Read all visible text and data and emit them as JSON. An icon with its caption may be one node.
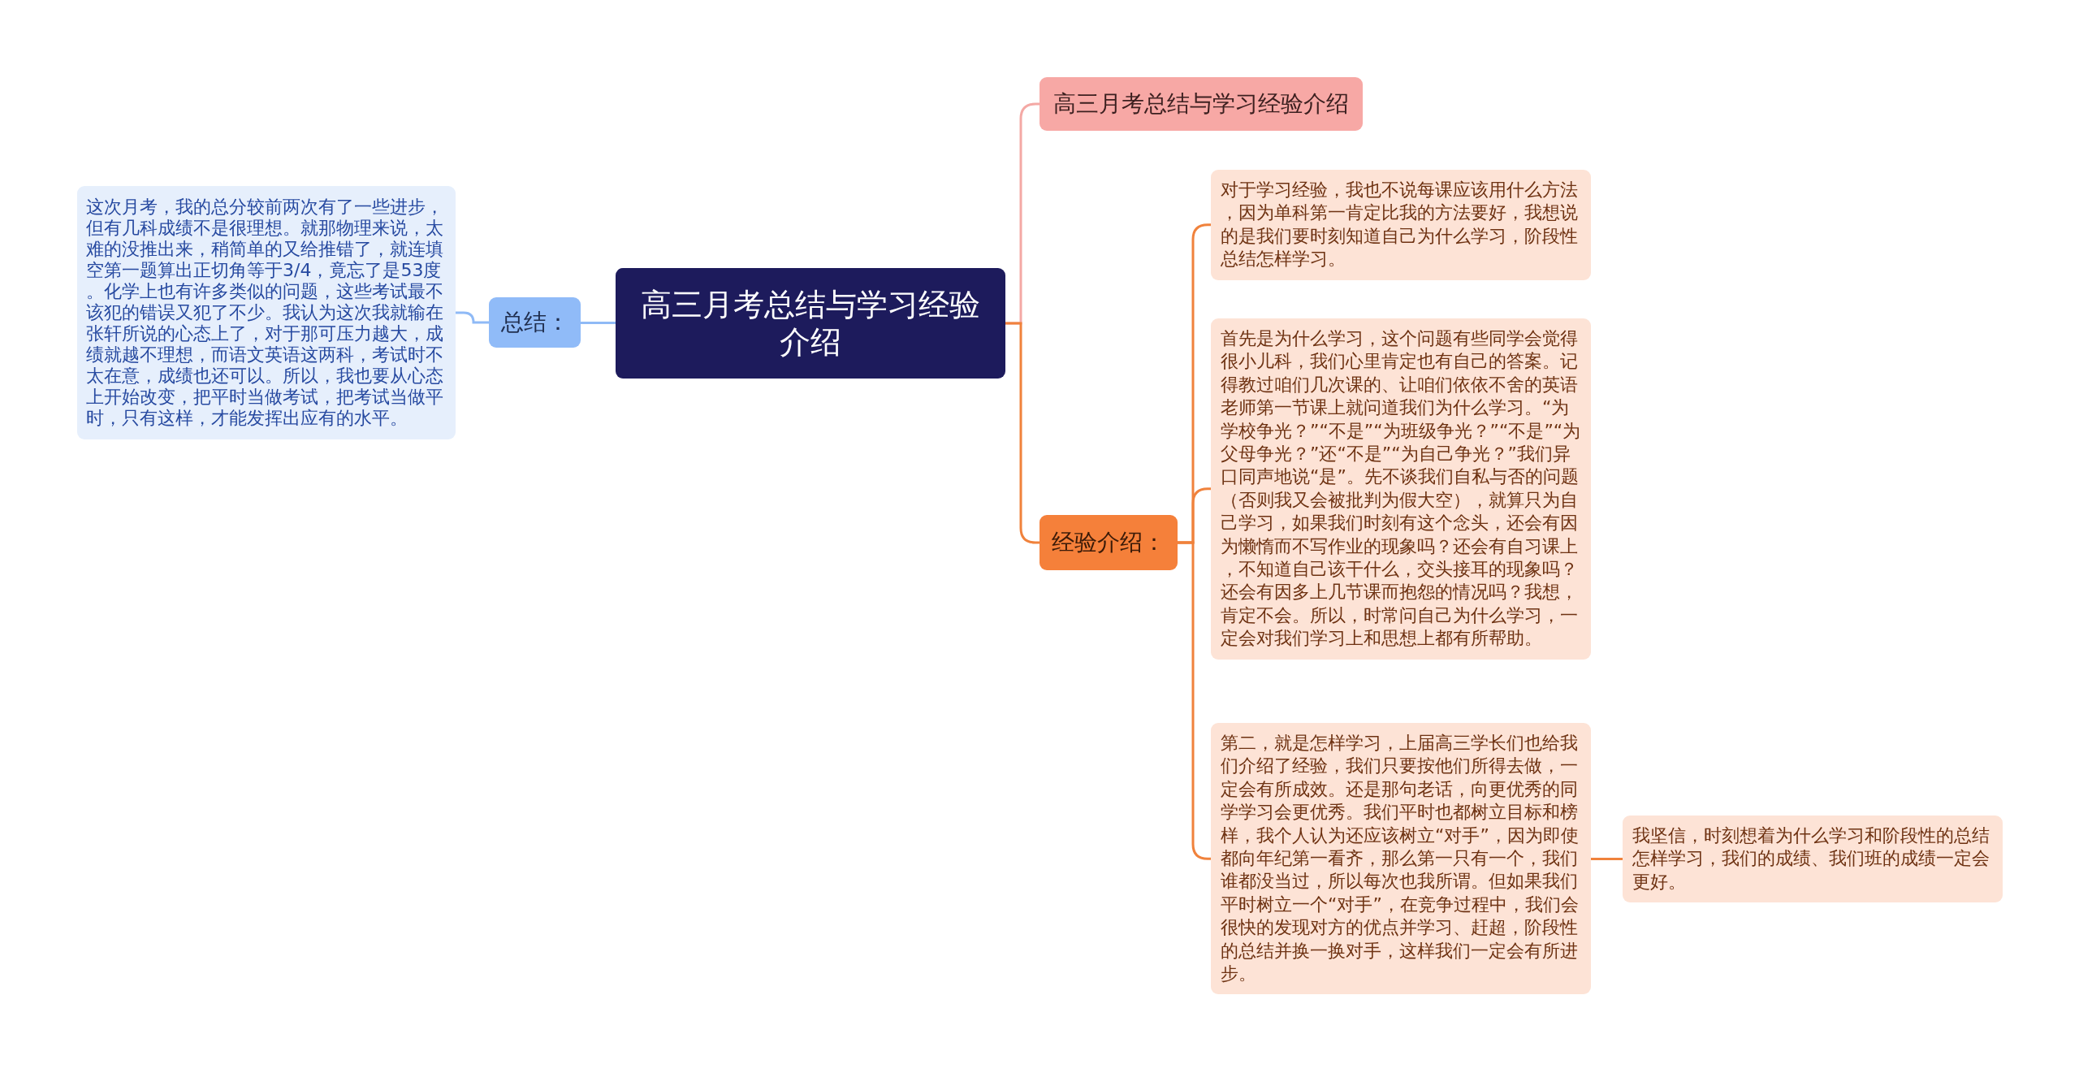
{
  "diagram": {
    "nodes": [
      {
        "text": [
          "高三月考总结与学习经验介绍"
        ]
      },
      {
        "text": [
          "总结："
        ]
      },
      {
        "text": [
          "这次月考，我的总分较前两次有了一些进步，但有几科成绩不是很理想。就那物理来说，太难的没推出来，稍简单的又给推错了，就连填空第一题算出正切角等于3/4，竟忘了是53度。化学上也有许多类似的问题，这些考试最不该犯的错误又犯了不少。我认为这次我就输在张轩所说的心态上了，对于那可压力越大，成绩就越不理想，而语文英语这两科，考试时不太在意，成绩也还可以。所以，我也要从心态上开始改变，把平时当做考试，把考试当做平时，只有这样，才能发挥出应有的水平。"
        ]
      },
      {
        "text": [
          "高三月考总结与学习经验介绍"
        ]
      },
      {
        "text": [
          "经验介绍："
        ]
      },
      {
        "text": [
          "对于学习经验，我也不说每课应该用什么方法，因为单科第一肯定比我的方法要好，我想说的是我们要时刻知道自己为什么学习，阶段性总结怎样学习。"
        ]
      },
      {
        "text": [
          "首先是为什么学习，这个问题有些同学会觉得很小儿科，我们心里肯定也有自己的答案。记得教过咱们几次课的、让咱们依依不舍的英语老师第一节课上就问道我们为什么学习。“为学校争光？”“不是”“为班级争光？”“不是”“为父母争光？”还“不是”“为自己争光？”我们异口同声地说“是”。先不谈我们自私与否的问题（否则我又会被批判为假大空），就算只为自己学习，如果我们时刻有这个念头，还会有因为懒惰而不写作业的现象吗？还会有自习课上，不知道自己该干什么，交头接耳的现象吗？还会有因多上几节课而抱怨的情况吗？我想，肯定不会。所以，时常问自己为什么学习，一定会对我们学习上和思想上都有所帮助。"
        ]
      },
      {
        "text": [
          "第二，就是怎样学习，上届高三学长们也给我们介绍了经验，我们只要按他们所得去做，一定会有所成效。还是那句老话，向更优秀的同学学习会更优秀。我们平时也都树立目标和榜样，我个人认为还应该树立“对手”，因为即使都向年纪第一看齐，那么第一只有一个，我们谁都没当过，所以每次也我所谓。但如果我们平时树立一个“对手”，在竞争过程中，我们会很快的发现对方的优点并学习、赶超，阶段性的总结并换一换对手，这样我们一定会有所进步。"
        ]
      },
      {
        "text": [
          "我坚信，时刻想着为什么学习和阶段性的总结怎样学习，我们的成绩、我们班的成绩一定会更好。"
        ]
      }
    ],
    "edges": [
      {
        "from": 0,
        "to": 1,
        "arrow": "none",
        "color": "#8fbaf6"
      },
      {
        "from": 1,
        "to": 2,
        "arrow": "none",
        "color": "#8fbaf6"
      },
      {
        "from": 0,
        "to": 3,
        "arrow": "none",
        "color": "#f4a9a5"
      },
      {
        "from": 0,
        "to": 4,
        "arrow": "none"
      },
      {
        "from": 4,
        "to": 5,
        "arrow": "none"
      },
      {
        "from": 4,
        "to": 6,
        "arrow": "none"
      },
      {
        "from": 4,
        "to": 7,
        "arrow": "none"
      },
      {
        "from": 7,
        "to": 8,
        "arrow": "none"
      }
    ]
  }
}
